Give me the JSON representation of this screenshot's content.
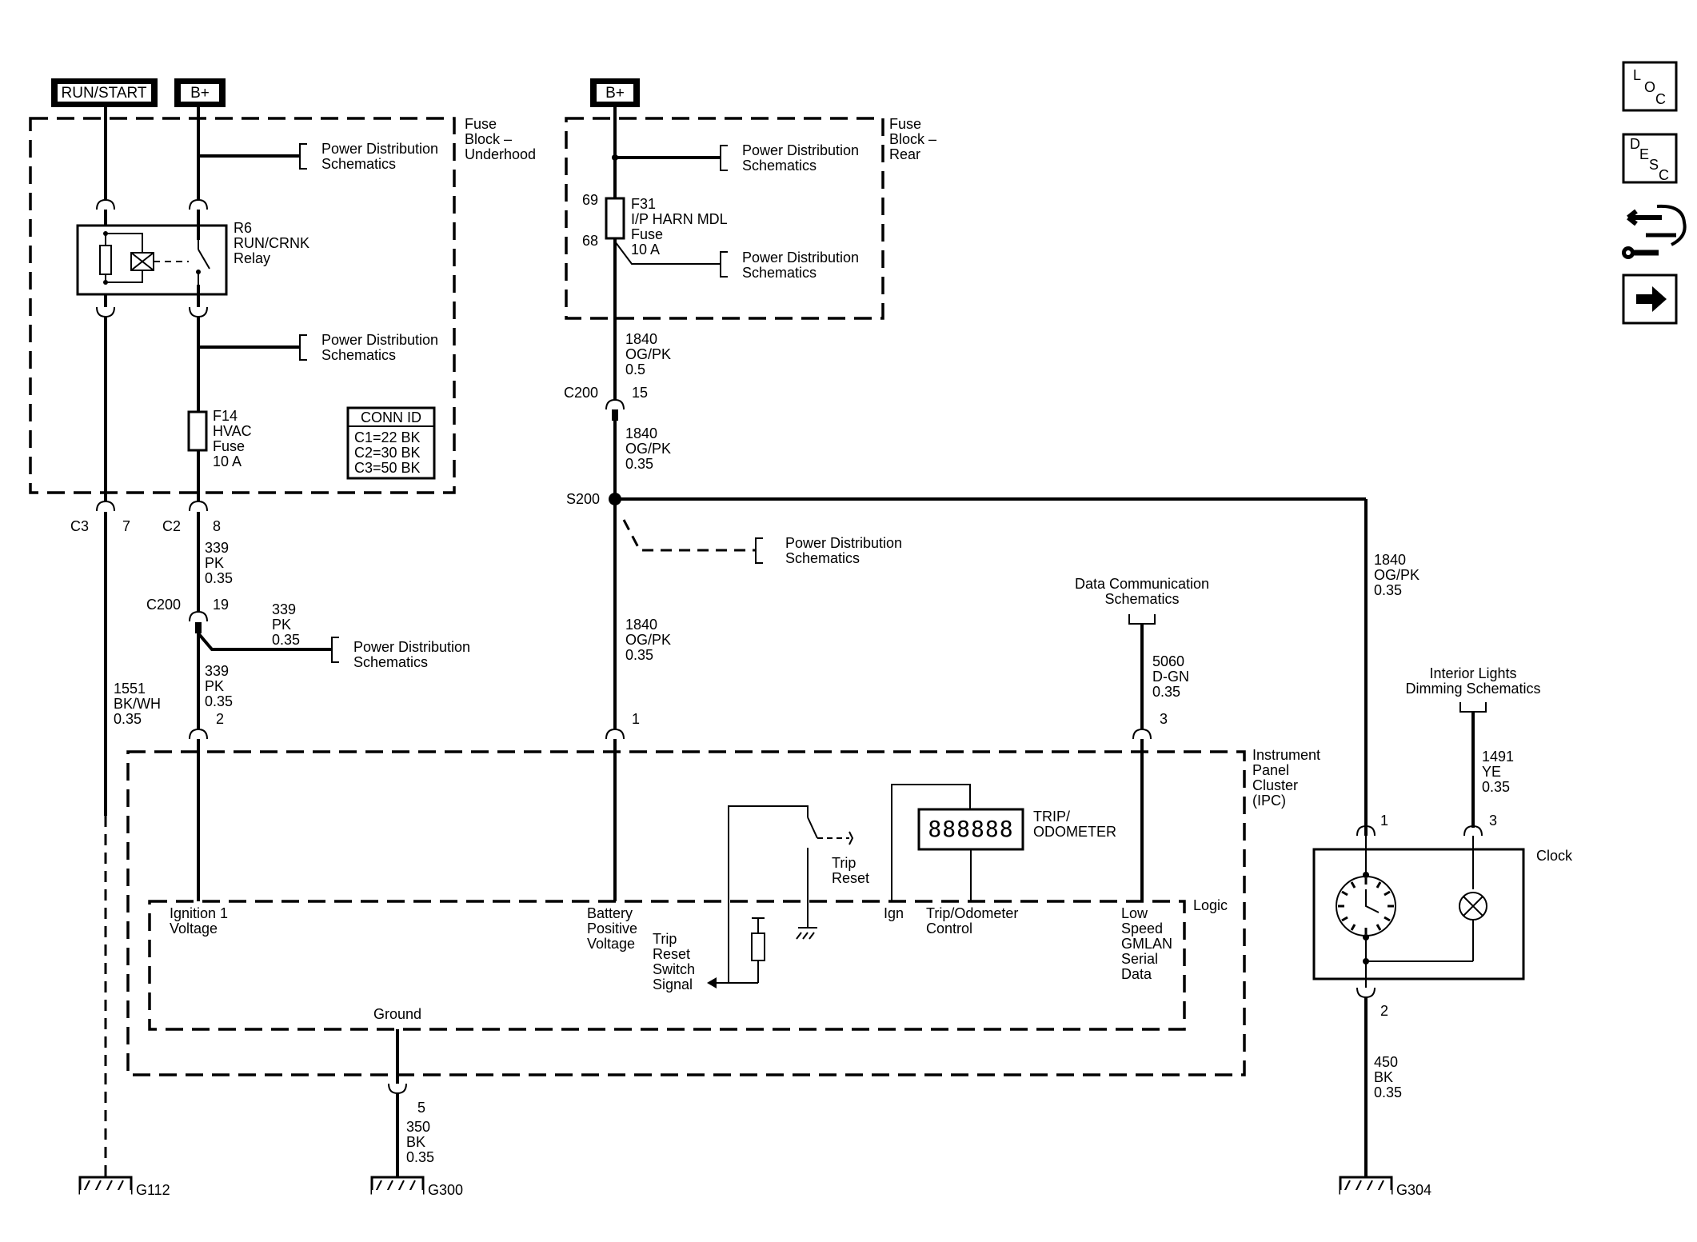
{
  "power_tags": {
    "run_start": "RUN/START",
    "b_plus_left": "B+",
    "b_plus_mid": "B+"
  },
  "fuse_block_underhood": {
    "title_lines": [
      "Fuse",
      "Block –",
      "Underhood"
    ],
    "pd_top": [
      "Power Distribution",
      "Schematics"
    ],
    "pd_mid": [
      "Power Distribution",
      "Schematics"
    ],
    "relay_lines": [
      "R6",
      "RUN/CRNK",
      "Relay"
    ],
    "fuse_lines": [
      "F14",
      "HVAC",
      "Fuse",
      "10 A"
    ],
    "conn_id": {
      "title": "CONN ID",
      "rows": [
        "C1=22 BK",
        "C2=30 BK",
        "C3=50 BK"
      ]
    }
  },
  "fuse_block_rear": {
    "title_lines": [
      "Fuse",
      "Block –",
      "Rear"
    ],
    "pd_top": [
      "Power Distribution",
      "Schematics"
    ],
    "pd_bottom": [
      "Power Distribution",
      "Schematics"
    ],
    "fuse_lines": [
      "F31",
      "I/P HARN MDL",
      "Fuse",
      "10 A"
    ],
    "pin_69": "69",
    "pin_68": "68"
  },
  "left_wiring": {
    "c3_label": "C3",
    "c3_pin": "7",
    "c2_label": "C2",
    "c2_pin": "8",
    "wire_339_a": [
      "339",
      "PK",
      "0.35"
    ],
    "c200_label": "C200",
    "c200_pin": "19",
    "wire_339_branch": [
      "339",
      "PK",
      "0.35"
    ],
    "pd_branch": [
      "Power Distribution",
      "Schematics"
    ],
    "wire_339_b": [
      "339",
      "PK",
      "0.35"
    ],
    "ipc_pin_2": "2",
    "wire_1551": [
      "1551",
      "BK/WH",
      "0.35"
    ]
  },
  "mid_wiring": {
    "wire_1840_a": [
      "1840",
      "OG/PK",
      "0.5"
    ],
    "c200_label": "C200",
    "c200_pin": "15",
    "wire_1840_b": [
      "1840",
      "OG/PK",
      "0.35"
    ],
    "s200_label": "S200",
    "pd_splice": [
      "Power Distribution",
      "Schematics"
    ],
    "wire_1840_c": [
      "1840",
      "OG/PK",
      "0.35"
    ],
    "ipc_pin_1": "1"
  },
  "data_comm": {
    "title": [
      "Data Communication",
      "Schematics"
    ],
    "wire_5060": [
      "5060",
      "D-GN",
      "0.35"
    ],
    "ipc_pin_3": "3"
  },
  "ipc": {
    "title_lines": [
      "Instrument",
      "Panel",
      "Cluster",
      "(IPC)"
    ],
    "logic_label": "Logic",
    "ignition": [
      "Ignition 1",
      "Voltage"
    ],
    "battery": [
      "Battery",
      "Positive",
      "Voltage"
    ],
    "trip_signal": [
      "Trip",
      "Reset",
      "Switch",
      "Signal"
    ],
    "trip_reset": [
      "Trip",
      "Reset"
    ],
    "ign_label": "Ign",
    "trip_control": [
      "Trip/Odometer",
      "Control"
    ],
    "odometer_title": [
      "TRIP/",
      "ODOMETER"
    ],
    "odometer_digits": "888888",
    "gmlan": [
      "Low",
      "Speed",
      "GMLAN",
      "Serial",
      "Data"
    ],
    "ground_label": "Ground",
    "ground_pin": "5",
    "wire_350": [
      "350",
      "BK",
      "0.35"
    ]
  },
  "clock": {
    "wire_1840": [
      "1840",
      "OG/PK",
      "0.35"
    ],
    "dimming_title": [
      "Interior Lights",
      "Dimming Schematics"
    ],
    "wire_1491": [
      "1491",
      "YE",
      "0.35"
    ],
    "pin_1": "1",
    "pin_3": "3",
    "label": "Clock",
    "pin_2": "2",
    "wire_450": [
      "450",
      "BK",
      "0.35"
    ]
  },
  "grounds": {
    "g112": "G112",
    "g300": "G300",
    "g304": "G304"
  },
  "nav": {
    "loc": [
      "L",
      "O",
      "C"
    ],
    "desc": [
      "D",
      "E",
      "S",
      "C"
    ]
  }
}
